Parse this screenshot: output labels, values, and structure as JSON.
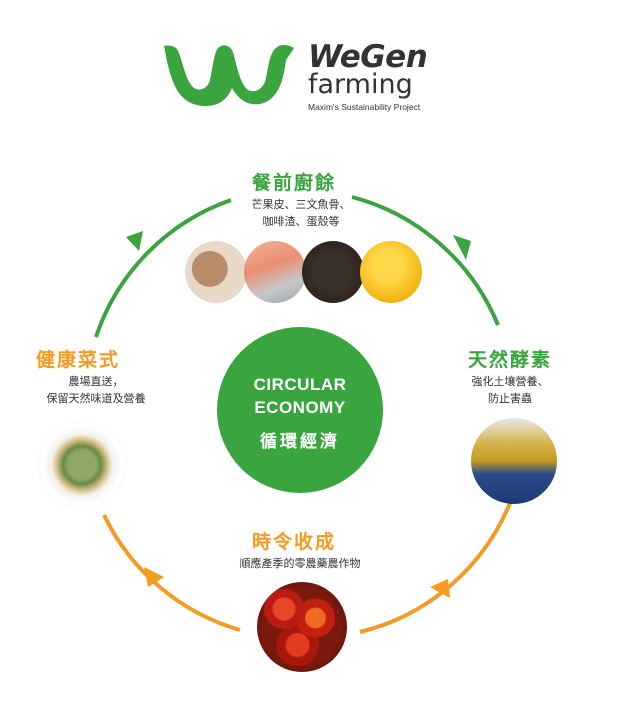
{
  "logo": {
    "name": "WeGen",
    "sub": "farming",
    "tagline": "Maxim's Sustainability Project",
    "color": "#3aa53f"
  },
  "centre": {
    "line1": "CIRCULAR",
    "line2": "ECONOMY",
    "line3": "循環經濟",
    "color": "#3aa53f"
  },
  "stages": {
    "top": {
      "title": "餐前廚餘",
      "desc_line1": "芒果皮、三文魚骨、",
      "desc_line2": "咖啡渣、蛋殼等"
    },
    "right": {
      "title": "天然酵素",
      "desc_line1": "強化土壤營養、",
      "desc_line2": "防止害蟲"
    },
    "bottom": {
      "title": "時令收成",
      "desc_line1": "順應產季的零農藥農作物"
    },
    "left": {
      "title": "健康菜式",
      "desc_line1": "農場直送，",
      "desc_line2": "保留天然味道及營養"
    }
  },
  "colors": {
    "green": "#3aa53f",
    "orange": "#f59a23"
  }
}
